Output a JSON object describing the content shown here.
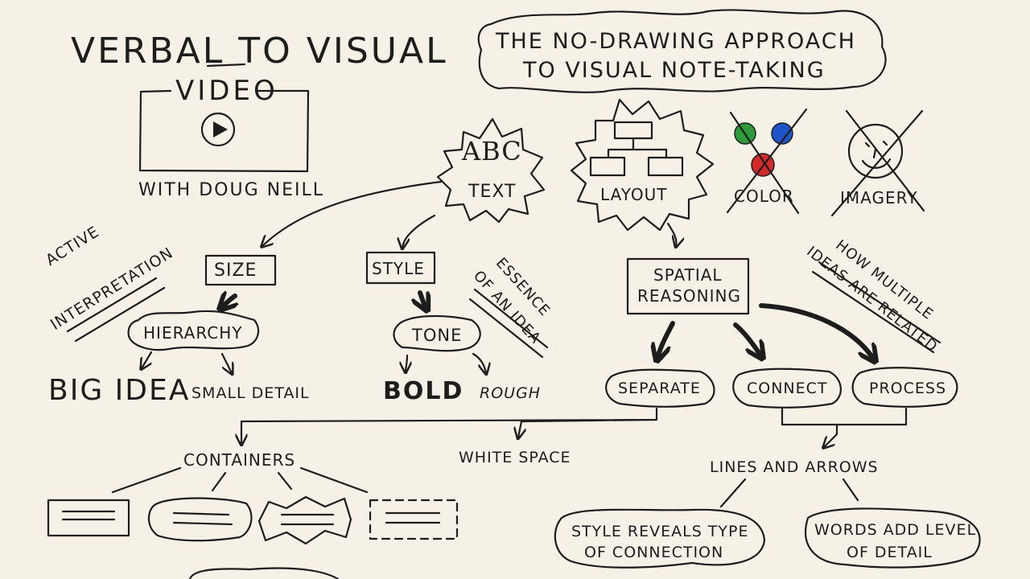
{
  "header": {
    "line1": "VERBAL TO VISUAL",
    "line2": "VIDEO",
    "byline": "WITH DOUG NEILL"
  },
  "title_cloud": {
    "line1": "THE NO-DRAWING APPROACH",
    "line2": "TO VISUAL NOTE-TAKING"
  },
  "elements": {
    "text_badge": {
      "abc": "ABC",
      "label": "TEXT"
    },
    "layout_badge": {
      "label": "LAYOUT"
    },
    "color": {
      "label": "COLOR",
      "dot_colors": [
        "#2e9a3a",
        "#1f55c9",
        "#d42a2a"
      ]
    },
    "imagery": {
      "label": "IMAGERY"
    }
  },
  "text_branch": {
    "size": "SIZE",
    "hierarchy": "HIERARCHY",
    "big_idea": "BIG IDEA",
    "small_detail": "SMALL DETAIL",
    "side_note": [
      "ACTIVE",
      "INTERPRETATION"
    ],
    "style": "STYLE",
    "tone": "TONE",
    "bold": "BOLD",
    "rough": "ROUGH",
    "style_note": [
      "ESSENCE",
      "OF AN IDEA"
    ]
  },
  "layout_branch": {
    "spatial": [
      "SPATIAL",
      "REASONING"
    ],
    "side_note": [
      "HOW MULTIPLE",
      "IDEAS ARE RELATED"
    ],
    "separate": "SEPARATE",
    "connect": "CONNECT",
    "process": "PROCESS",
    "containers": "CONTAINERS",
    "white_space": "WHITE SPACE",
    "lines_arrows": "LINES AND ARROWS",
    "style_reveals": [
      "STYLE REVEALS TYPE",
      "OF CONNECTION"
    ],
    "words_add": [
      "WORDS ADD LEVEL",
      "OF DETAIL"
    ]
  }
}
